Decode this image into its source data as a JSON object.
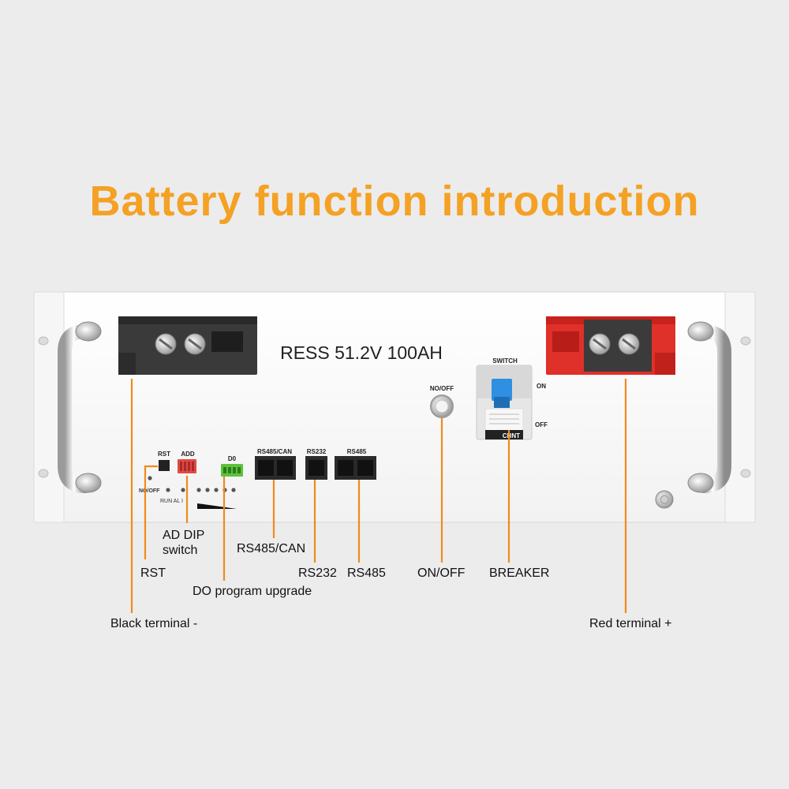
{
  "title": "Battery function introduction",
  "panel": {
    "model": "RESS 51.2V 100AH",
    "rst_tag": "RST",
    "add_tag": "ADD",
    "do_tag": "D0",
    "rs485can_tag": "RS485/CAN",
    "rs232_tag": "RS232",
    "rs485_tag": "RS485",
    "no_off_tag": "NO/OFF",
    "run_alm_tag": "RUN  AL  I",
    "power_tag": "NO/OFF",
    "switch_tag": "SWITCH",
    "on_tag": "ON",
    "off_tag": "OFF",
    "breaker_brand": "CHNT"
  },
  "callouts": {
    "rst": "RST",
    "ad_dip_line1": "AD DIP",
    "ad_dip_line2": "switch",
    "do_upgrade": "DO program upgrade",
    "rs485can": "RS485/CAN",
    "rs232": "RS232",
    "rs485": "RS485",
    "onoff": "ON/OFF",
    "breaker": "BREAKER",
    "black_terminal": "Black terminal -",
    "red_terminal": "Red terminal +"
  },
  "colors": {
    "accent": "#f4a124",
    "leader": "#f08a1c",
    "black_terminal": "#3a3a3a",
    "red_terminal": "#e0302a",
    "breaker_blue": "#2f8fe0",
    "do_green": "#5cc23c",
    "add_red": "#e04a44"
  }
}
